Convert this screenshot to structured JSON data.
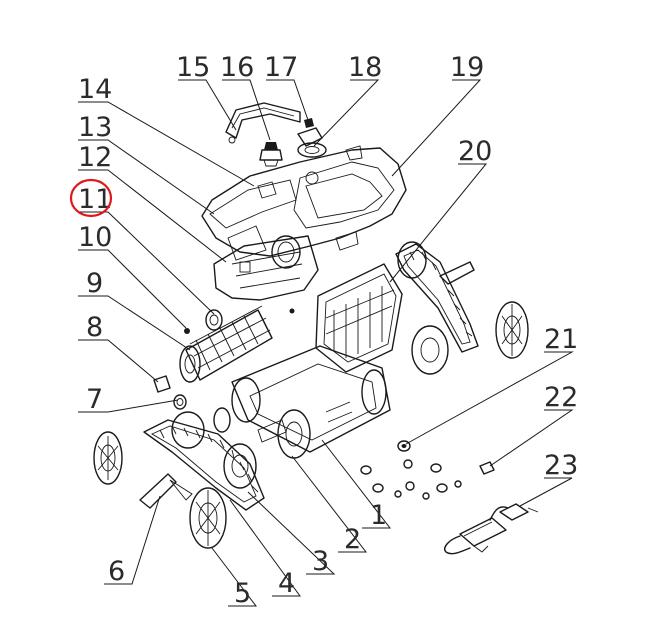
{
  "diagram": {
    "highlight_color": "#e0181c",
    "highlighted_callout": "11",
    "callouts": [
      {
        "id": "c1",
        "label": "1"
      },
      {
        "id": "c2",
        "label": "2"
      },
      {
        "id": "c3",
        "label": "3"
      },
      {
        "id": "c4",
        "label": "4"
      },
      {
        "id": "c5",
        "label": "5"
      },
      {
        "id": "c6",
        "label": "6"
      },
      {
        "id": "c7",
        "label": "7"
      },
      {
        "id": "c8",
        "label": "8"
      },
      {
        "id": "c9",
        "label": "9"
      },
      {
        "id": "c10",
        "label": "10"
      },
      {
        "id": "c11",
        "label": "11"
      },
      {
        "id": "c12",
        "label": "12"
      },
      {
        "id": "c13",
        "label": "13"
      },
      {
        "id": "c14",
        "label": "14"
      },
      {
        "id": "c15",
        "label": "15"
      },
      {
        "id": "c16",
        "label": "16"
      },
      {
        "id": "c17",
        "label": "17"
      },
      {
        "id": "c18",
        "label": "18"
      },
      {
        "id": "c19",
        "label": "19"
      },
      {
        "id": "c20",
        "label": "20"
      },
      {
        "id": "c21",
        "label": "21"
      },
      {
        "id": "c22",
        "label": "22"
      },
      {
        "id": "c23",
        "label": "23"
      }
    ]
  }
}
